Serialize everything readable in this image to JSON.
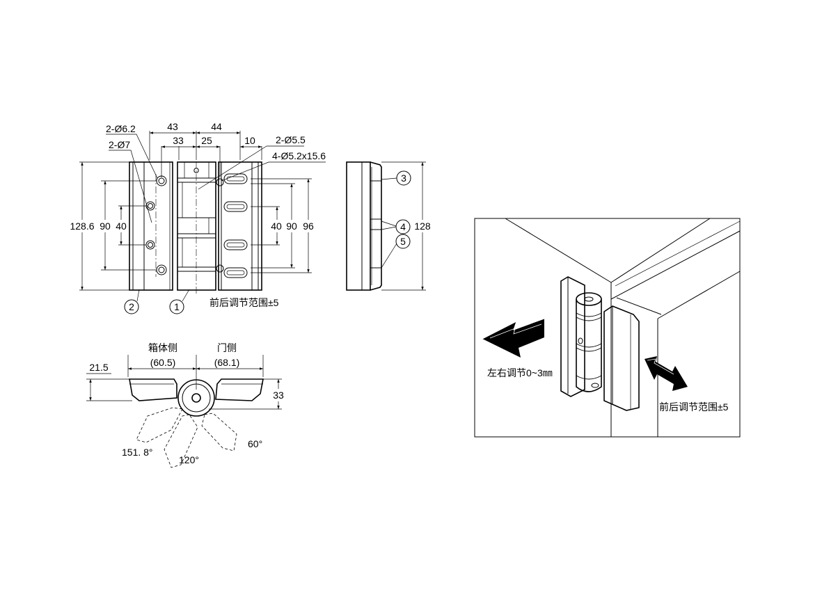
{
  "front_view": {
    "dims_top": {
      "d43": "43",
      "d44": "44",
      "d33": "33",
      "d25": "25",
      "d10": "10"
    },
    "hole_labels": {
      "left_outer": "2-Ø6.2",
      "left_inner": "2-Ø7",
      "right_round": "2-Ø5.5",
      "right_slot": "4-Ø5.2x15.6"
    },
    "dims_left": {
      "height": "128.6",
      "span90": "90",
      "span40": "40"
    },
    "dims_right": {
      "span40": "40",
      "span90": "90",
      "span96": "96"
    },
    "balloons": {
      "b1": "1",
      "b2": "2"
    },
    "note": "前后调节范围±5"
  },
  "side_view": {
    "height": "128",
    "balloons": {
      "b3": "3",
      "b4": "4",
      "b5": "5"
    }
  },
  "top_view": {
    "left_label": "箱体侧",
    "left_value": "(60.5)",
    "right_label": "门侧",
    "right_value": "(68.1)",
    "offset": "21.5",
    "depth": "33",
    "angle_a": "151. 8°",
    "angle_b": "120°",
    "angle_c": "60°"
  },
  "perspective": {
    "lr_adjust": "左右调节0~3㎜",
    "fb_adjust": "前后调节范围±5"
  }
}
